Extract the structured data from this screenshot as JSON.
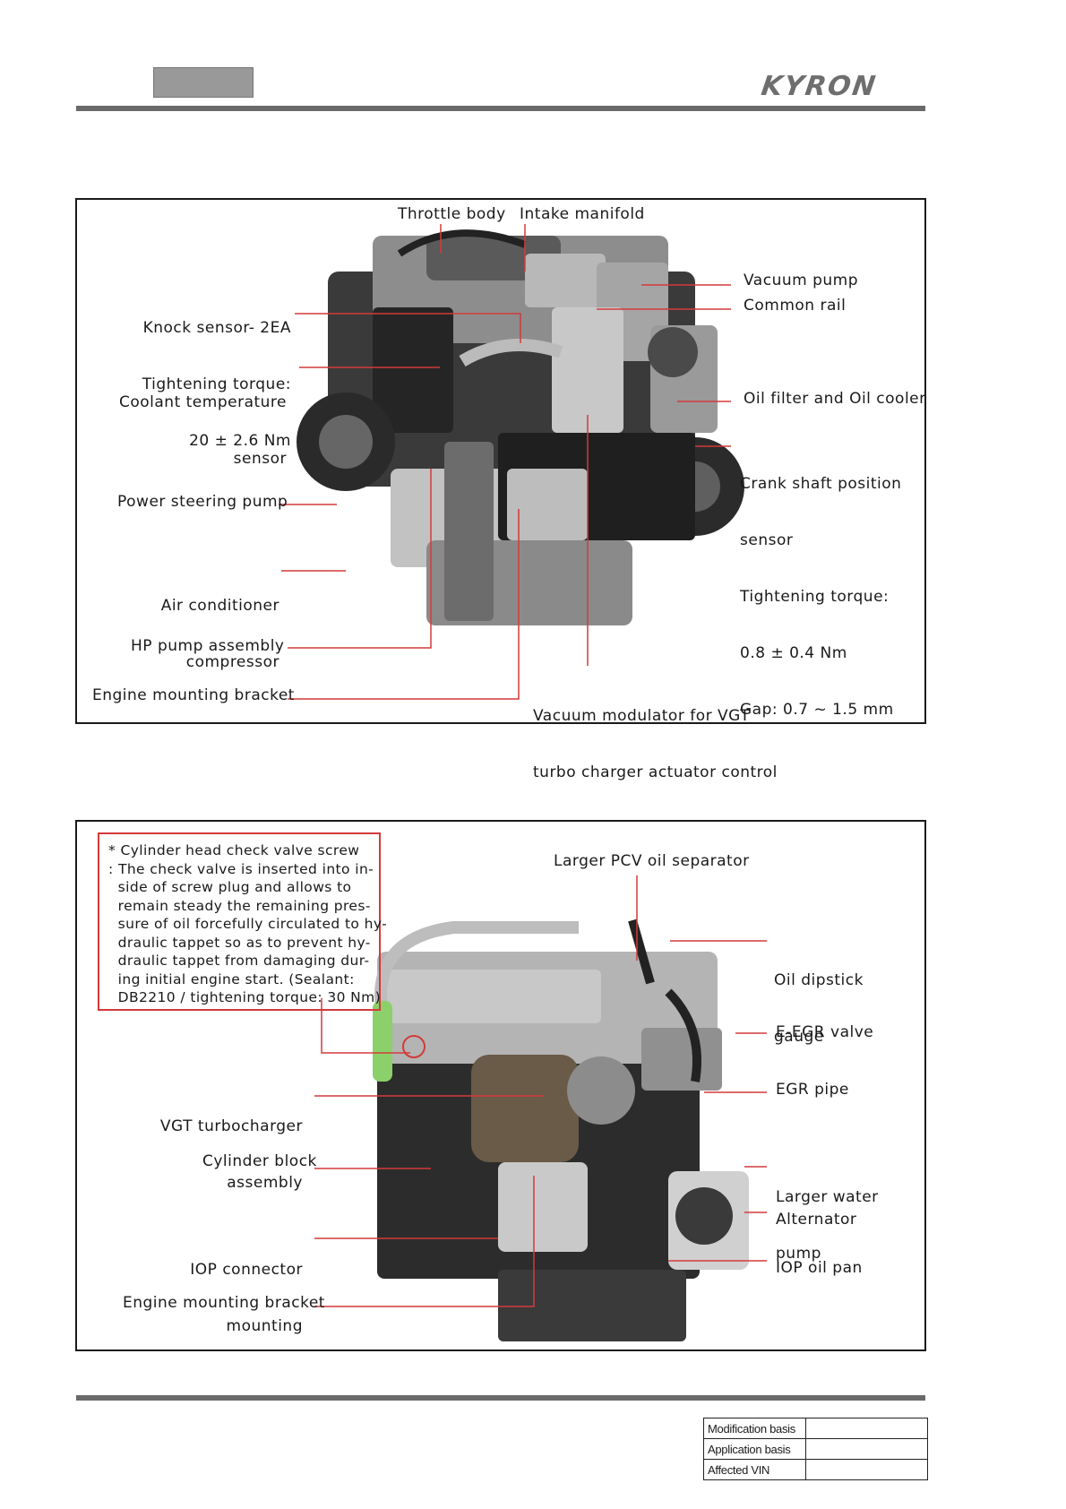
{
  "header": {
    "brand": "KYRON"
  },
  "figure1": {
    "labels": {
      "throttle_body": "Throttle body",
      "intake_manifold": "Intake manifold",
      "knock_sensor": [
        "Knock sensor- 2EA",
        "Tightening torque:",
        "20 ± 2.6 Nm"
      ],
      "coolant_temp": [
        "Coolant temperature",
        "sensor"
      ],
      "power_steering": "Power steering pump",
      "ac_compressor": [
        "Air conditioner",
        "compressor"
      ],
      "hp_pump": "HP pump assembly",
      "engine_mount": "Engine mounting bracket",
      "vacuum_pump": "Vacuum pump",
      "common_rail": "Common rail",
      "oil_filter": "Oil filter and Oil cooler",
      "crank_sensor": [
        "Crank shaft position",
        "sensor",
        "Tightening torque:",
        "0.8 ± 0.4 Nm",
        "Gap: 0.7 ~ 1.5 mm"
      ],
      "vacuum_modulator": [
        "Vacuum modulator for VGT",
        "turbo charger actuator control"
      ]
    }
  },
  "figure2": {
    "note": [
      "* Cylinder head check valve screw",
      ": The check valve is inserted into in-",
      "  side of screw plug and allows to",
      "  remain steady the remaining pres-",
      "  sure of oil forcefully circulated to hy-",
      "  draulic tappet so as to prevent hy-",
      "  draulic tappet from damaging dur-",
      "  ing initial engine start. (Sealant:",
      "  DB2210 / tightening torque: 30 Nm)"
    ],
    "labels": {
      "pcv": "Larger PCV oil separator",
      "dipstick": [
        "Oil dipstick",
        "gauge"
      ],
      "eegr": "E-EGR valve",
      "egr_pipe": "EGR pipe",
      "water_pump": [
        "Larger water",
        "pump"
      ],
      "alternator": "Alternator",
      "iop_oil_pan": "IOP oil pan",
      "vgt": [
        "VGT turbocharger",
        "assembly"
      ],
      "cyl_block": "Cylinder block",
      "iop_connector": [
        "IOP connector",
        "mounting"
      ],
      "engine_mount": "Engine mounting bracket"
    }
  },
  "footer": {
    "rows": [
      {
        "key": "Modification basis",
        "value": ""
      },
      {
        "key": "Application basis",
        "value": ""
      },
      {
        "key": "Affected VIN",
        "value": ""
      }
    ]
  }
}
